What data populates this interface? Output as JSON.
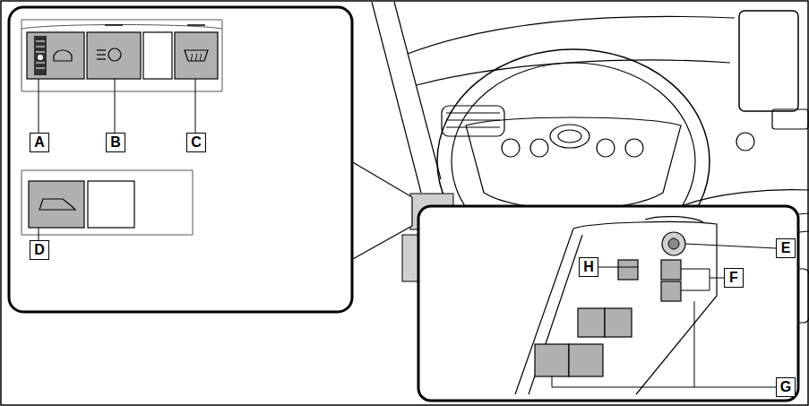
{
  "diagram": {
    "labels": [
      "A",
      "B",
      "C",
      "D",
      "E",
      "F",
      "G",
      "H"
    ]
  }
}
